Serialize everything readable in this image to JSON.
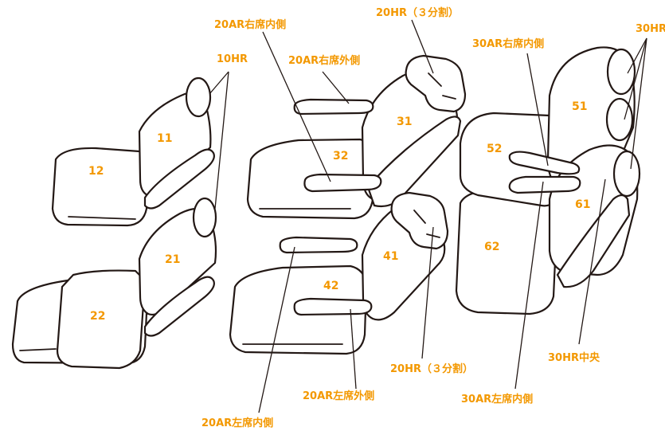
{
  "seat_numbers": {
    "s11": "11",
    "s12": "12",
    "s21": "21",
    "s22": "22",
    "s31": "31",
    "s32": "32",
    "s41": "41",
    "s42": "42",
    "s51": "51",
    "s52": "52",
    "s61": "61",
    "s62": "62"
  },
  "labels": {
    "hr10": "10HR",
    "ar20_right_inner": "20AR右席内側",
    "ar20_right_outer": "20AR右席外側",
    "hr20_top": "20HR（３分割）",
    "hr20_bottom": "20HR（３分割）",
    "ar20_left_outer": "20AR左席外側",
    "ar20_left_inner": "20AR左席内側",
    "ar30_right_inner": "30AR右席内側",
    "ar30_left_inner": "30AR左席内側",
    "hr30": "30HR",
    "hr30_center": "30HR中央"
  },
  "colors": {
    "label": "#f39800",
    "outline": "#231815",
    "background": "#ffffff"
  }
}
